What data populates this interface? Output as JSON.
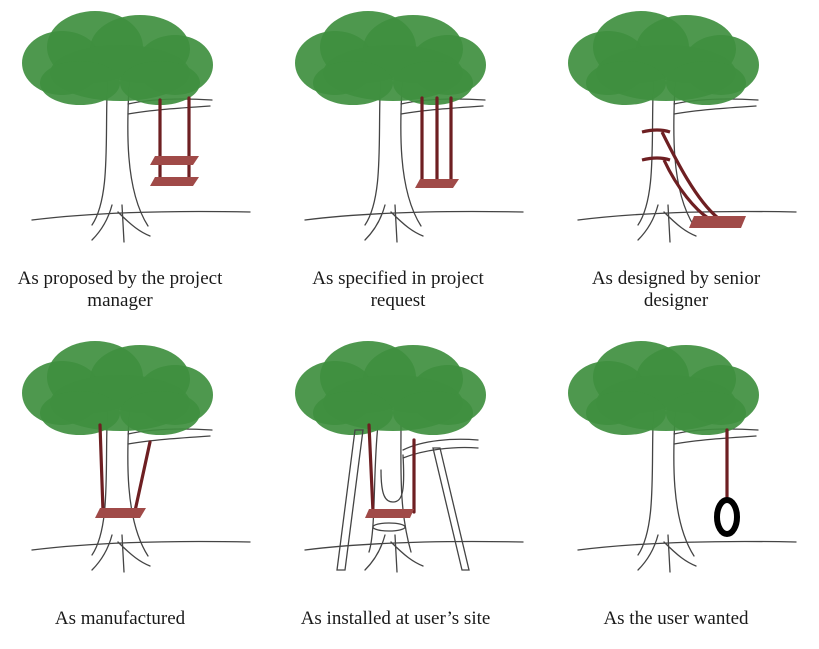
{
  "colors": {
    "foliage": "#3f8f3f",
    "rope": "#6e1f22",
    "seat": "#a04a48",
    "tire": "#000000",
    "ink": "#444444"
  },
  "panels": [
    {
      "caption": "As proposed by the project\nmanager",
      "variant": "double-seat"
    },
    {
      "caption": "As specified in project\nrequest",
      "variant": "three-ropes"
    },
    {
      "caption": "As designed by senior\ndesigner",
      "variant": "trunk-tied"
    },
    {
      "caption": "As manufactured",
      "variant": "splayed"
    },
    {
      "caption": "As installed at user’s site",
      "variant": "cut-trunk"
    },
    {
      "caption": "As the user wanted",
      "variant": "tire"
    }
  ]
}
